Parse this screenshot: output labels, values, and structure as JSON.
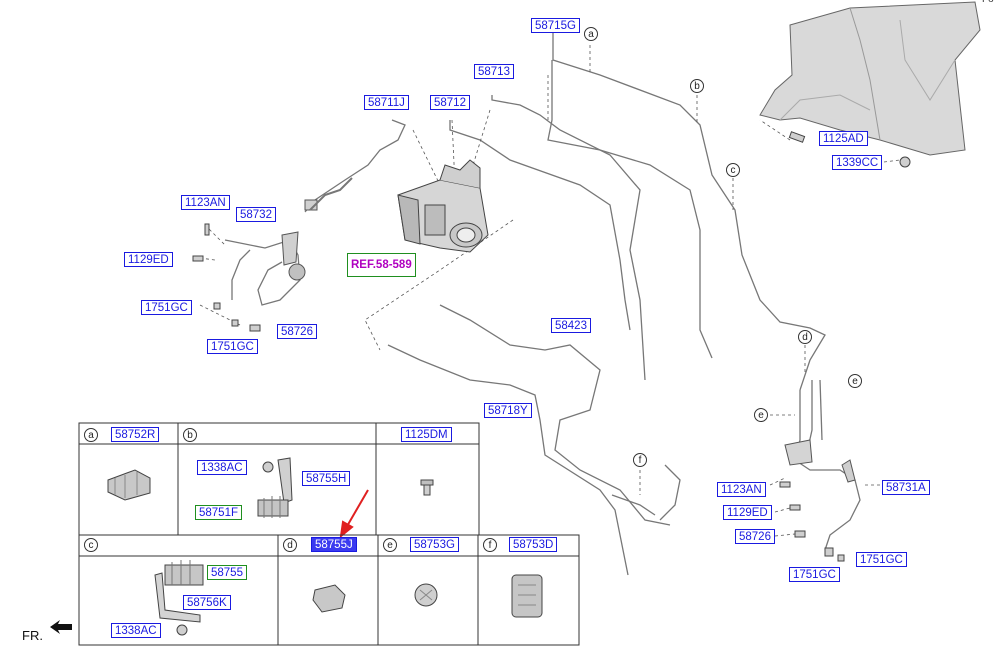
{
  "labels": {
    "l_58715G": "58715G",
    "l_58713": "58713",
    "l_58711J": "58711J",
    "l_58712": "58712",
    "l_1123AN_a": "1123AN",
    "l_58732": "58732",
    "l_1129ED_a": "1129ED",
    "l_ref": "REF.58-589",
    "l_1751GC_a": "1751GC",
    "l_58726_a": "58726",
    "l_1751GC_b": "1751GC",
    "l_58423": "58423",
    "l_58718Y": "58718Y",
    "l_1125AD": "1125AD",
    "l_1339CC": "1339CC",
    "l_1123AN_b": "1123AN",
    "l_58731A": "58731A",
    "l_1129ED_b": "1129ED",
    "l_58726_b": "58726",
    "l_1751GC_c": "1751GC",
    "l_1751GC_d": "1751GC",
    "t_58752R": "58752R",
    "t_1125DM": "1125DM",
    "t_1338AC_a": "1338AC",
    "t_58755H": "58755H",
    "t_58751F": "58751F",
    "t_58755J": "58755J",
    "t_58753G": "58753G",
    "t_58753D": "58753D",
    "t_58755": "58755",
    "t_58756K": "58756K",
    "t_1338AC_b": "1338AC"
  },
  "circles": {
    "c_a": "a",
    "c_b": "b",
    "c_c": "c",
    "c_d": "d",
    "c_e1": "e",
    "c_e2": "e",
    "c_f": "f",
    "tc_a": "a",
    "tc_b": "b",
    "tc_c": "c",
    "tc_d": "d",
    "tc_e": "e",
    "tc_f": "f"
  },
  "fr_label": "FR.",
  "corner_text": "Fo"
}
